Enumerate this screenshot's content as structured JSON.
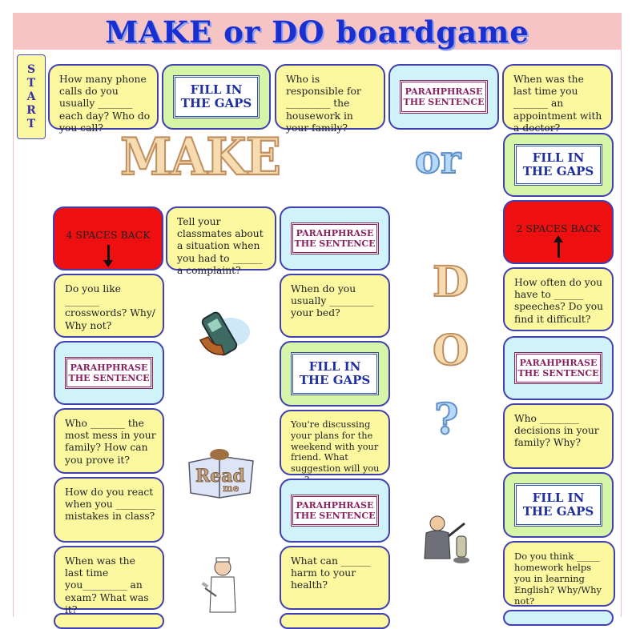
{
  "title": "MAKE or DO boardgame",
  "start_letters": [
    "S",
    "T",
    "A",
    "R",
    "T"
  ],
  "decorative": {
    "make": "MAKE",
    "or": "or",
    "d": "D",
    "o": "O",
    "q": "?"
  },
  "labels": {
    "fill": "FILL IN THE GAPS",
    "para": "PARAHPHRASE THE SENTENCE",
    "back4": "4 SPACES BACK",
    "back2": "2 SPACES BACK"
  },
  "questions": {
    "q1": "How many phone calls do you usually _______ each day? Who do you call?",
    "q2": "Who is responsible for _________ the housework in your family?",
    "q3": "When was the last time you _______ an appointment with a doctor?",
    "q4": "Tell your classmates about a situation when you had to ______ a complaint?",
    "q5": "How often do you have to ______ speeches? Do you find it difficult?",
    "q6": "Do you like _______ crosswords? Why/ Why not?",
    "q7": "When do you usually _________ your bed?",
    "q8": "Who _______ the most mess in your family? How can you prove it?",
    "q9": "You're discussing your plans for the weekend with your friend. What suggestion will you ___?",
    "q10": "Who ________ decisions in your family? Why?",
    "q11": "How do you react when you ________ mistakes in class?",
    "q12": "When was the last time you_________ an exam? What was it?",
    "q13": "What can ______ harm to your health?",
    "q14": "Do you think _____ homework helps you in learning English? Why/Why not?"
  },
  "colors": {
    "question": "#fbf8a0",
    "fill": "#d6f5a8",
    "para": "#cff3f9",
    "back": "#ee1010",
    "border": "#4040b0",
    "banner": "#f6c4c4",
    "title": "#1a2fd0"
  }
}
